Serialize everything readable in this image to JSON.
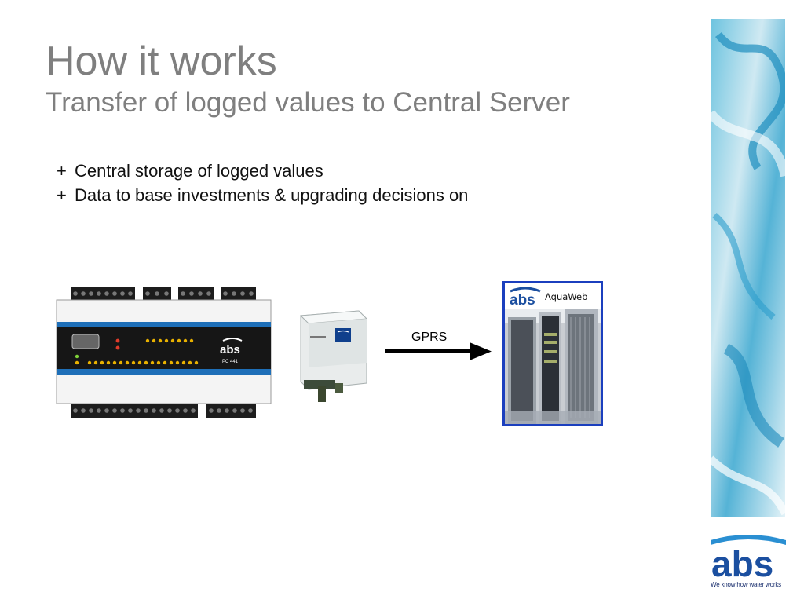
{
  "slide": {
    "title": "How it works",
    "subtitle": "Transfer of logged values to Central Server",
    "bullets": [
      {
        "mark": "+",
        "text": "Central storage of logged values"
      },
      {
        "mark": "+",
        "text": "Data to base investments & upgrading decisions on"
      }
    ]
  },
  "diagram": {
    "controller": {
      "brand": "abs",
      "model": "PC 441"
    },
    "arrow_label": "GPRS",
    "server": {
      "brand": "abs",
      "product": "AquaWeb"
    }
  },
  "branding": {
    "logo": "abs",
    "slogan": "We know how water works"
  },
  "colors": {
    "title_gray": "#7f7f7f",
    "brand_blue": "#1b4fa0",
    "server_frame": "#1b3fbe",
    "water": "#3aa6cf"
  }
}
